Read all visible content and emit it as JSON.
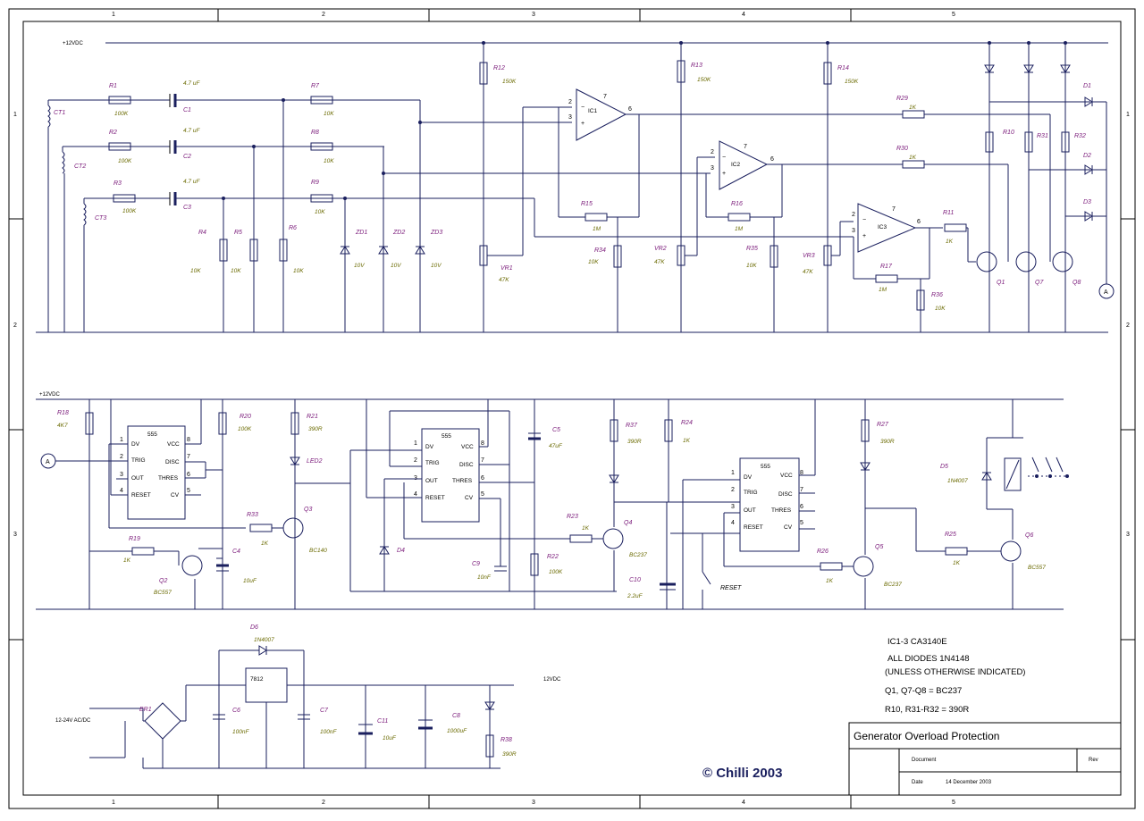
{
  "border": {
    "columns": [
      "1",
      "2",
      "3",
      "4",
      "5"
    ],
    "rows": [
      "1",
      "2",
      "3"
    ]
  },
  "rails": {
    "top": "+12VDC",
    "mid": "+12VDC",
    "psu_out": "12VDC",
    "psu_in": "12-24V AC/DC"
  },
  "resistors": [
    {
      "ref": "R1",
      "value": "100K"
    },
    {
      "ref": "R2",
      "value": "100K"
    },
    {
      "ref": "R3",
      "value": "100K"
    },
    {
      "ref": "R4",
      "value": "10K"
    },
    {
      "ref": "R5",
      "value": "10K"
    },
    {
      "ref": "R6",
      "value": "10K"
    },
    {
      "ref": "R7",
      "value": "10K"
    },
    {
      "ref": "R8",
      "value": "10K"
    },
    {
      "ref": "R9",
      "value": "10K"
    },
    {
      "ref": "R12",
      "value": "150K"
    },
    {
      "ref": "R13",
      "value": "150K"
    },
    {
      "ref": "R14",
      "value": "150K"
    },
    {
      "ref": "R15",
      "value": "1M"
    },
    {
      "ref": "R16",
      "value": "1M"
    },
    {
      "ref": "R17",
      "value": "1M"
    },
    {
      "ref": "R34",
      "value": "10K"
    },
    {
      "ref": "R35",
      "value": "10K"
    },
    {
      "ref": "R36",
      "value": "10K"
    },
    {
      "ref": "R29",
      "value": "1K"
    },
    {
      "ref": "R30",
      "value": "1K"
    },
    {
      "ref": "R11",
      "value": "1K"
    },
    {
      "ref": "R10",
      "value": ""
    },
    {
      "ref": "R31",
      "value": ""
    },
    {
      "ref": "R32",
      "value": ""
    },
    {
      "ref": "R18",
      "value": "4K7"
    },
    {
      "ref": "R19",
      "value": "1K"
    },
    {
      "ref": "R20",
      "value": "100K"
    },
    {
      "ref": "R21",
      "value": "390R"
    },
    {
      "ref": "R33",
      "value": "1K"
    },
    {
      "ref": "R22",
      "value": "100K"
    },
    {
      "ref": "R23",
      "value": "1K"
    },
    {
      "ref": "R37",
      "value": "390R"
    },
    {
      "ref": "R24",
      "value": "1K"
    },
    {
      "ref": "R26",
      "value": "1K"
    },
    {
      "ref": "R27",
      "value": "390R"
    },
    {
      "ref": "R25",
      "value": "1K"
    },
    {
      "ref": "R38",
      "value": "390R"
    }
  ],
  "capacitors": [
    {
      "ref": "C1",
      "value": "4.7 uF"
    },
    {
      "ref": "C2",
      "value": "4.7 uF"
    },
    {
      "ref": "C3",
      "value": "4.7 uF"
    },
    {
      "ref": "C4",
      "value": "10uF"
    },
    {
      "ref": "C5",
      "value": "47uF"
    },
    {
      "ref": "C9",
      "value": "10nF"
    },
    {
      "ref": "C10",
      "value": "2.2uF"
    },
    {
      "ref": "C6",
      "value": "100nF"
    },
    {
      "ref": "C7",
      "value": "100nF"
    },
    {
      "ref": "C11",
      "value": "10uF"
    },
    {
      "ref": "C8",
      "value": "1000uF"
    }
  ],
  "pots": [
    {
      "ref": "VR1",
      "value": "47K"
    },
    {
      "ref": "VR2",
      "value": "47K"
    },
    {
      "ref": "VR3",
      "value": "47K"
    }
  ],
  "zeners": [
    {
      "ref": "ZD1",
      "value": "10V"
    },
    {
      "ref": "ZD2",
      "value": "10V"
    },
    {
      "ref": "ZD3",
      "value": "10V"
    }
  ],
  "transformers": [
    "CT1",
    "CT2",
    "CT3"
  ],
  "opamps": [
    "IC1",
    "IC2",
    "IC3"
  ],
  "transistors": [
    {
      "ref": "Q1",
      "value": ""
    },
    {
      "ref": "Q7",
      "value": ""
    },
    {
      "ref": "Q8",
      "value": ""
    },
    {
      "ref": "Q2",
      "value": "BC557"
    },
    {
      "ref": "Q3",
      "value": "BC140"
    },
    {
      "ref": "Q4",
      "value": "BC237"
    },
    {
      "ref": "Q5",
      "value": "BC237"
    },
    {
      "ref": "Q6",
      "value": "BC557"
    }
  ],
  "diodes": [
    {
      "ref": "D1",
      "value": ""
    },
    {
      "ref": "D2",
      "value": ""
    },
    {
      "ref": "D3",
      "value": ""
    },
    {
      "ref": "D4",
      "value": ""
    },
    {
      "ref": "D5",
      "value": "1N4007"
    },
    {
      "ref": "D6",
      "value": "1N4007"
    }
  ],
  "leds": {
    "led2": "LED2"
  },
  "timer": {
    "chip": "555",
    "pins_left": [
      "DV",
      "TRIG",
      "OUT",
      "RESET"
    ],
    "pins_right": [
      "VCC",
      "DISC",
      "THRES",
      "CV"
    ],
    "nums_left": [
      "1",
      "2",
      "3",
      "4"
    ],
    "nums_right": [
      "8",
      "7",
      "6",
      "5"
    ]
  },
  "misc": {
    "bridge": "BR1",
    "regulator": "7812",
    "reset": "RESET",
    "probe": "A"
  },
  "notes": {
    "line1": "IC1-3  CA3140E",
    "line2": "ALL DIODES 1N4148",
    "line3": "(UNLESS OTHERWISE INDICATED)",
    "line4": "Q1, Q7-Q8 = BC237",
    "line5": "R10, R31-R32 = 390R"
  },
  "copyright": "© Chilli 2003",
  "title_block": {
    "title": "Generator Overload Protection",
    "doc_label": "Document",
    "rev_label": "Rev",
    "date_label": "Date",
    "date": "14 December 2003"
  }
}
